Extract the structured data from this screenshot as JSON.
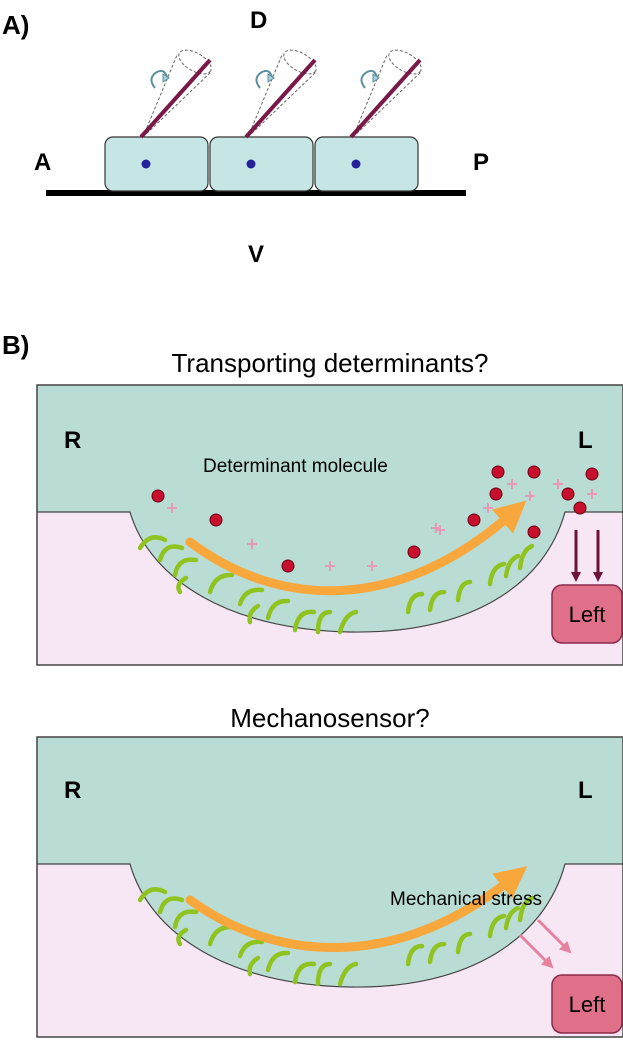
{
  "panel_a": {
    "label": "A)",
    "dorsal": "D",
    "ventral": "V",
    "anterior": "A",
    "posterior": "P",
    "cells": [
      {
        "id": 1
      },
      {
        "id": 2
      },
      {
        "id": 3
      }
    ]
  },
  "panel_b": {
    "label": "B)",
    "top": {
      "title": "Transporting determinants?",
      "right": "R",
      "left": "L",
      "molecule_label": "Determinant molecule",
      "box_label": "Left"
    },
    "bottom": {
      "title": "Mechanosensor?",
      "right": "R",
      "left": "L",
      "stress_label": "Mechanical stress",
      "box_label": "Left"
    }
  },
  "colors": {
    "cell_fill": "#c6e6e6",
    "nucleus": "#22229a",
    "cilium": "#7a1848",
    "node_fill": "#b9ddd4",
    "tissue_fill": "#f7e6f3",
    "cilia_green": "#8fc31f",
    "flow_orange": "#f7a73c",
    "molecule_red": "#c8102e",
    "plus_pink": "#e79ab8",
    "arrow_dark": "#6e1238",
    "arrow_pink": "#e7829e",
    "box_fill": "#e0708a"
  }
}
